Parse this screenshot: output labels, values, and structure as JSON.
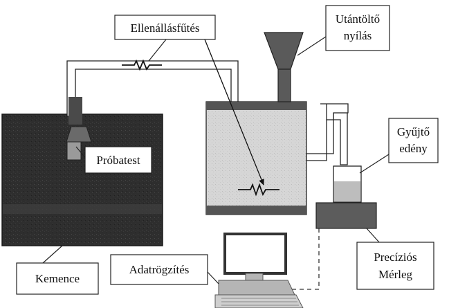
{
  "labels": {
    "heater": "Ellenállásfűtés",
    "refill": [
      "Utántöltő",
      "nyílás"
    ],
    "specimen": "Próbatest",
    "collector": [
      "Gyűjtő",
      "edény"
    ],
    "furnace": "Kemence",
    "datalogger": "Adatrögzítés",
    "scale": [
      "Precíziós",
      "Mérleg"
    ]
  },
  "colors": {
    "furnace": "#2e2e2e",
    "tank_fill": "#d6d6d6",
    "tank_band": "#555555",
    "hopper": "#5a5a5a",
    "scale_block": "#5c5c5c",
    "computer_body": "#b5b5b5"
  },
  "icons": {
    "resistor": "zigzag-resistor-icon",
    "computer": "computer-icon"
  }
}
